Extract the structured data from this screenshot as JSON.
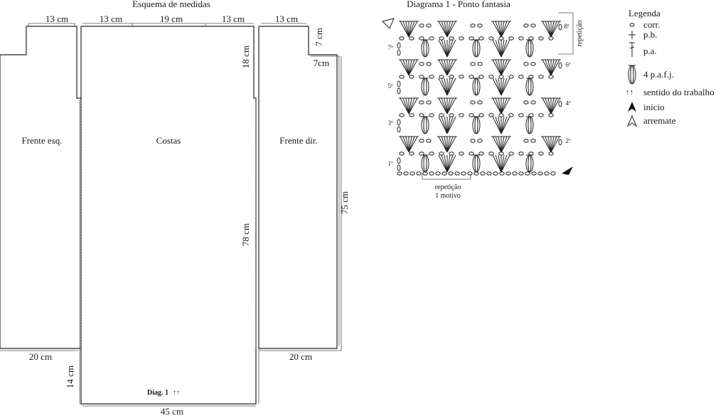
{
  "schema": {
    "title": "Esquema de medidas",
    "pieces": {
      "left_front": "Frente esq.",
      "back": "Costas",
      "right_front": "Frente dir."
    },
    "measurements": {
      "left_front_top": "13 cm",
      "back_shoulder_left": "13 cm",
      "back_neck": "19 cm",
      "back_shoulder_right": "13 cm",
      "right_front_top": "13 cm",
      "right_neck_depth": "7 cm",
      "right_neck_width": "7cm",
      "armhole": "18 cm",
      "back_length": "78 cm",
      "front_length": "75 cm",
      "left_bottom": "20 cm",
      "right_bottom": "20 cm",
      "side_height": "14 cm",
      "back_width": "45 cm"
    },
    "diagram_ref": "Diag. 1",
    "diagram_ref_arrows": "↑↑"
  },
  "diagram": {
    "title": "Diagrama 1 - Ponto fantasia",
    "rows_left": [
      "1ª",
      "3ª",
      "5ª",
      "7ª"
    ],
    "rows_right": [
      "2ª",
      "4ª",
      "6ª",
      "8ª"
    ],
    "repeat_vertical": "repetição",
    "repeat_label": "repetição",
    "repeat_sub": "1 motivo"
  },
  "legend": {
    "title": "Legenda",
    "items": [
      {
        "icon": "chain-symbol-icon",
        "text": "corr."
      },
      {
        "icon": "single-crochet-symbol-icon",
        "text": "p.b."
      },
      {
        "icon": "double-crochet-symbol-icon",
        "text": "p.a."
      },
      {
        "icon": "cluster-symbol-icon",
        "text": "4 p.a.f.j."
      },
      {
        "icon": "direction-arrows-icon",
        "text": "sentido do trabalho"
      },
      {
        "icon": "start-arrow-icon",
        "text": "início"
      },
      {
        "icon": "finish-arrow-icon",
        "text": "arremate"
      }
    ]
  }
}
